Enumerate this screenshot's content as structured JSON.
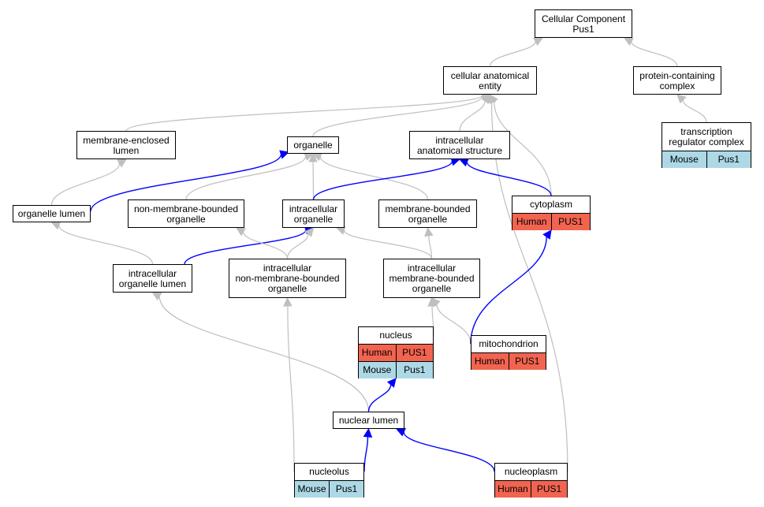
{
  "colors": {
    "edge_default": "#bfbfbf",
    "edge_path": "#0000ff",
    "human": "#f26450",
    "mouse": "#add8e6"
  },
  "nodes": {
    "cc": {
      "label": "Cellular Component\nPus1"
    },
    "cae": {
      "label": "cellular anatomical\nentity"
    },
    "pcc": {
      "label": "protein-containing\ncomplex"
    },
    "trc": {
      "label": "transcription\nregulator complex",
      "rows": [
        {
          "species": "Mouse",
          "gene": "Pus1"
        }
      ]
    },
    "mel": {
      "label": "membrane-enclosed\nlumen"
    },
    "org": {
      "label": "organelle"
    },
    "ias": {
      "label": "intracellular\nanatomical structure"
    },
    "olu": {
      "label": "organelle lumen"
    },
    "nmbo": {
      "label": "non-membrane-bounded\norganelle"
    },
    "io": {
      "label": "intracellular\norganelle"
    },
    "mbo": {
      "label": "membrane-bounded\norganelle"
    },
    "cyto": {
      "label": "cytoplasm",
      "rows": [
        {
          "species": "Human",
          "gene": "PUS1"
        }
      ]
    },
    "iol": {
      "label": "intracellular\norganelle lumen"
    },
    "inmbo": {
      "label": "intracellular\nnon-membrane-bounded\norganelle"
    },
    "imbo": {
      "label": "intracellular\nmembrane-bounded\norganelle"
    },
    "nuc": {
      "label": "nucleus",
      "rows": [
        {
          "species": "Human",
          "gene": "PUS1"
        },
        {
          "species": "Mouse",
          "gene": "Pus1"
        }
      ]
    },
    "mito": {
      "label": "mitochondrion",
      "rows": [
        {
          "species": "Human",
          "gene": "PUS1"
        }
      ]
    },
    "nlu": {
      "label": "nuclear lumen"
    },
    "nuo": {
      "label": "nucleolus",
      "rows": [
        {
          "species": "Mouse",
          "gene": "Pus1"
        }
      ]
    },
    "nup": {
      "label": "nucleoplasm",
      "rows": [
        {
          "species": "Human",
          "gene": "PUS1"
        }
      ]
    }
  },
  "edges": [
    {
      "from": "cae",
      "to": "cc",
      "type": "is_a"
    },
    {
      "from": "pcc",
      "to": "cc",
      "type": "is_a"
    },
    {
      "from": "trc",
      "to": "pcc",
      "type": "is_a"
    },
    {
      "from": "mel",
      "to": "cae",
      "type": "is_a"
    },
    {
      "from": "org",
      "to": "cae",
      "type": "is_a"
    },
    {
      "from": "ias",
      "to": "cae",
      "type": "is_a"
    },
    {
      "from": "cyto",
      "to": "cae",
      "type": "is_a"
    },
    {
      "from": "nup",
      "to": "cae",
      "type": "is_a"
    },
    {
      "from": "olu",
      "to": "mel",
      "type": "is_a"
    },
    {
      "from": "olu",
      "to": "org",
      "type": "path"
    },
    {
      "from": "nmbo",
      "to": "org",
      "type": "is_a"
    },
    {
      "from": "io",
      "to": "org",
      "type": "is_a"
    },
    {
      "from": "mbo",
      "to": "org",
      "type": "is_a"
    },
    {
      "from": "io",
      "to": "ias",
      "type": "path"
    },
    {
      "from": "cyto",
      "to": "ias",
      "type": "path"
    },
    {
      "from": "iol",
      "to": "olu",
      "type": "is_a"
    },
    {
      "from": "iol",
      "to": "io",
      "type": "path"
    },
    {
      "from": "inmbo",
      "to": "nmbo",
      "type": "is_a"
    },
    {
      "from": "inmbo",
      "to": "io",
      "type": "is_a"
    },
    {
      "from": "imbo",
      "to": "io",
      "type": "is_a"
    },
    {
      "from": "imbo",
      "to": "mbo",
      "type": "is_a"
    },
    {
      "from": "nuc",
      "to": "imbo",
      "type": "is_a"
    },
    {
      "from": "mito",
      "to": "imbo",
      "type": "is_a"
    },
    {
      "from": "mito",
      "to": "cyto",
      "type": "path"
    },
    {
      "from": "nlu",
      "to": "iol",
      "type": "is_a"
    },
    {
      "from": "nlu",
      "to": "nuc",
      "type": "path"
    },
    {
      "from": "nuo",
      "to": "inmbo",
      "type": "is_a"
    },
    {
      "from": "nuo",
      "to": "nlu",
      "type": "path"
    },
    {
      "from": "nup",
      "to": "nlu",
      "type": "path"
    }
  ]
}
